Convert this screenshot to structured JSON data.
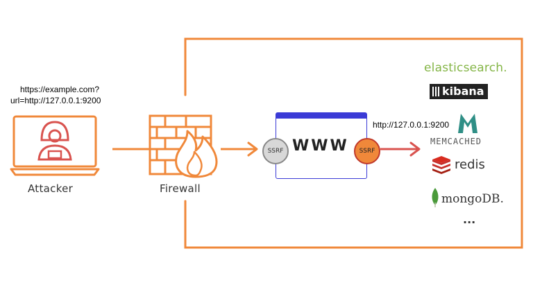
{
  "request": {
    "line1": "https://example.com?",
    "line2": "url=http://127.0.0.1:9200"
  },
  "attacker": {
    "label": "Attacker"
  },
  "firewall": {
    "label": "Firewall"
  },
  "server": {
    "text": "WWW",
    "ssrf_in": "SSRF",
    "ssrf_out": "SSRF",
    "internal_url": "http://127.0.0.1:9200"
  },
  "services": {
    "elasticsearch": "elasticsearch.",
    "kibana": "kibana",
    "memcached": "MEMCACHED",
    "redis": "redis",
    "mongodb": "mongoDB.",
    "more": "..."
  },
  "colors": {
    "orange": "#f0883a",
    "red": "#d9534f",
    "blue": "#3b3bd6",
    "elastic_green": "#84b546",
    "memcached_teal": "#2f8f86",
    "mongo_green": "#4a9a3a"
  }
}
